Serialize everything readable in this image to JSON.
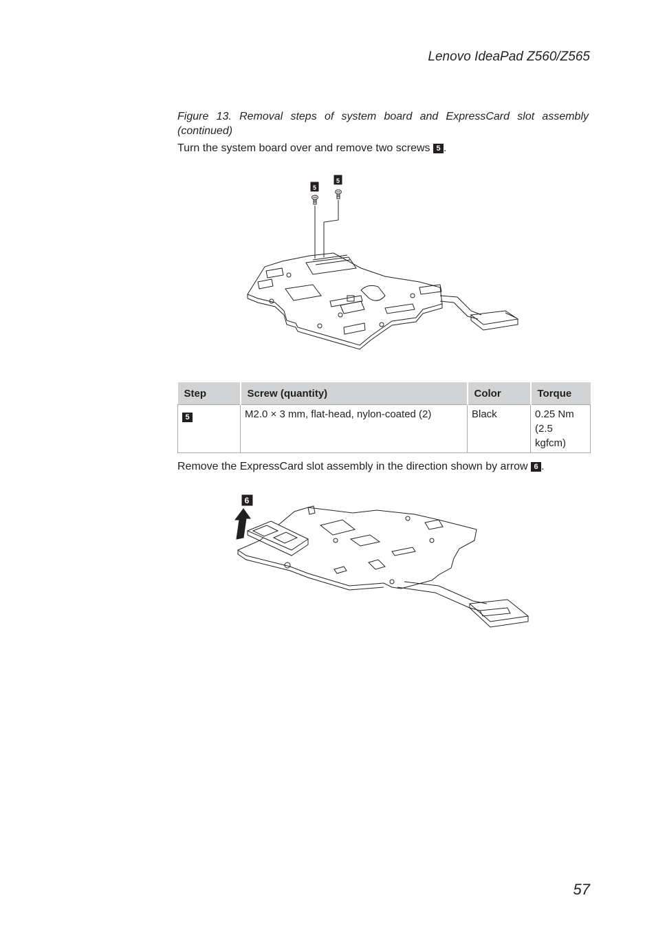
{
  "header": {
    "title": "Lenovo IdeaPad Z560/Z565"
  },
  "figure_caption": "Figure 13. Removal steps of system board and ExpressCard slot assembly (continued)",
  "instruction_1": {
    "text": "Turn the system board over and remove two screws",
    "step": "5",
    "end": "."
  },
  "figure1": {
    "callouts": [
      "5",
      "5"
    ]
  },
  "screw_table": {
    "columns": [
      "Step",
      "Screw (quantity)",
      "Color",
      "Torque"
    ],
    "rows": [
      {
        "step": "5",
        "screw": "M2.0 × 3 mm, flat-head, nylon-coated (2)",
        "color": "Black",
        "torque_line1": "0.25 Nm",
        "torque_line2": "(2.5 kgfcm)"
      }
    ]
  },
  "instruction_2": {
    "text": "Remove the ExpressCard slot assembly in the direction shown by arrow",
    "step": "6",
    "end": "."
  },
  "figure2": {
    "callout": "6"
  },
  "page_number": "57"
}
